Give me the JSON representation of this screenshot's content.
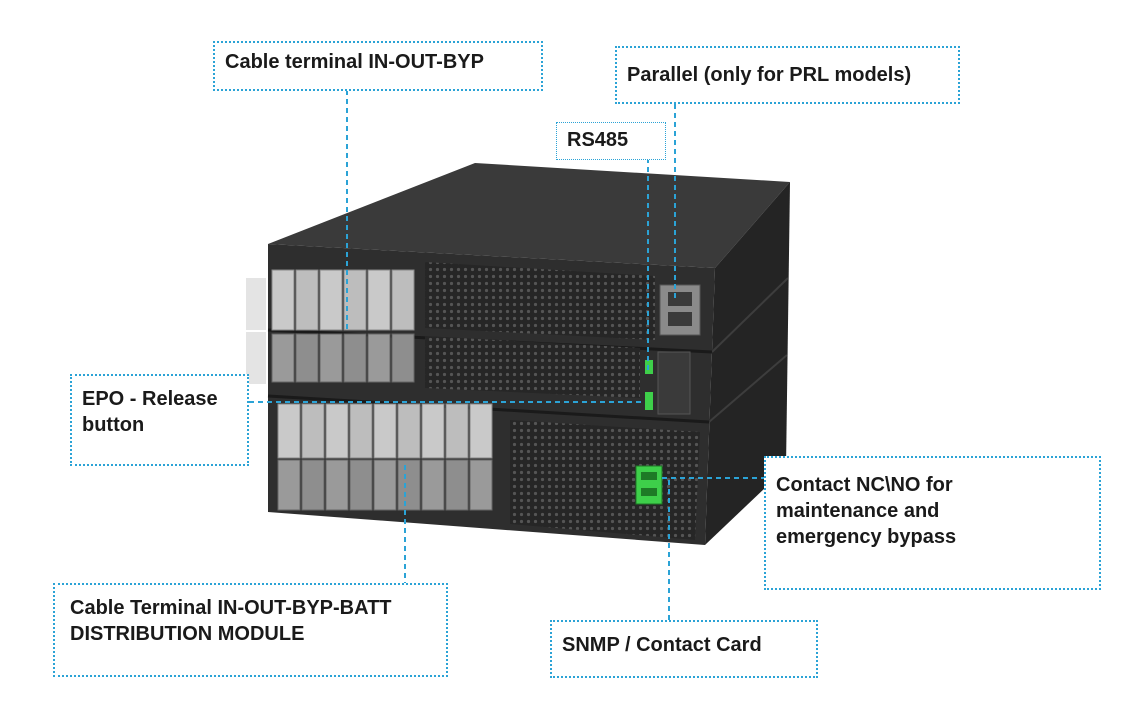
{
  "colors": {
    "callout_border": "#2ba3d6",
    "cabinet_dark": "#2b2b2b",
    "terminal_grey": "#bdbdbd",
    "card_green": "#3ecf4a"
  },
  "labels": {
    "cable_terminal": "Cable terminal IN-OUT-BYP",
    "parallel": "Parallel (only for PRL models)",
    "rs485": "RS485",
    "epo_line1": "EPO - Release",
    "epo_line2": "button",
    "contact_line1": "Contact NC\\NO for",
    "contact_line2": "maintenance and",
    "contact_line3": "emergency bypass",
    "distribution_line1": "Cable Terminal IN-OUT-BYP-BATT",
    "distribution_line2": "DISTRIBUTION MODULE",
    "snmp": "SNMP / Contact Card"
  }
}
